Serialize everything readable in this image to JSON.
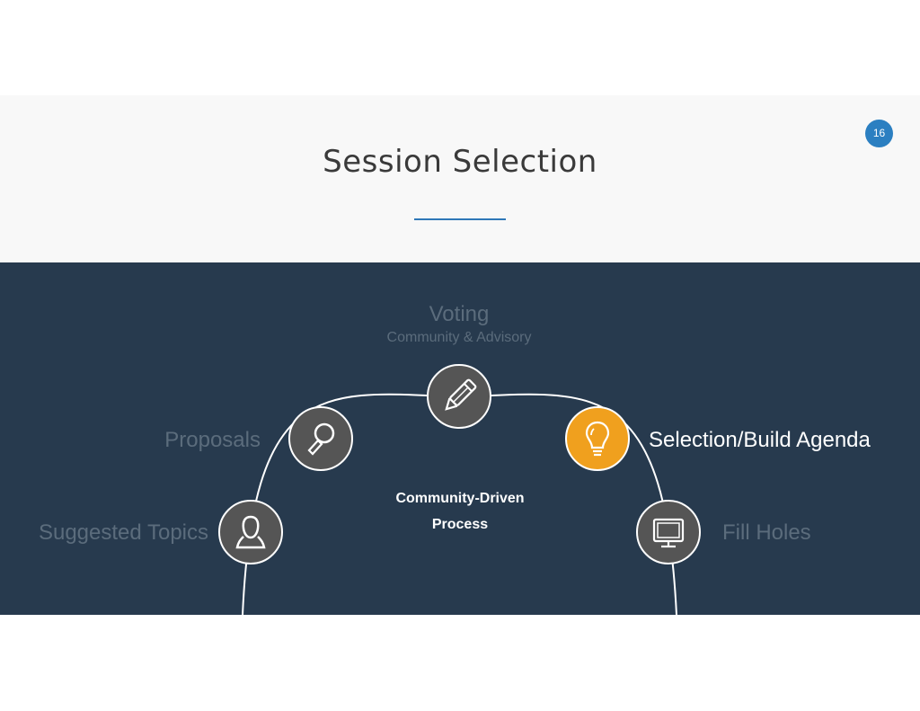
{
  "slide": {
    "title": "Session Selection",
    "page_number": "16"
  },
  "diagram": {
    "center": {
      "line1": "Community-Driven",
      "line2": "Process"
    },
    "stages": {
      "suggested_topics": {
        "label": "Suggested Topics",
        "icon": "person-icon"
      },
      "proposals": {
        "label": "Proposals",
        "icon": "magnifier-icon"
      },
      "voting": {
        "label": "Voting",
        "sublabel": "Community & Advisory",
        "icon": "pencil-icon"
      },
      "selection": {
        "label": "Selection/Build Agenda",
        "icon": "lightbulb-icon",
        "highlighted": true
      },
      "fill_holes": {
        "label": "Fill Holes",
        "icon": "monitor-icon"
      }
    }
  },
  "colors": {
    "header_background": "#f8f8f8",
    "panel_background": "#273a4e",
    "accent_blue": "#2b7fc1",
    "node_fill": "#555555",
    "highlight_orange": "#f0a01e",
    "muted_label": "#5b6c7c"
  }
}
